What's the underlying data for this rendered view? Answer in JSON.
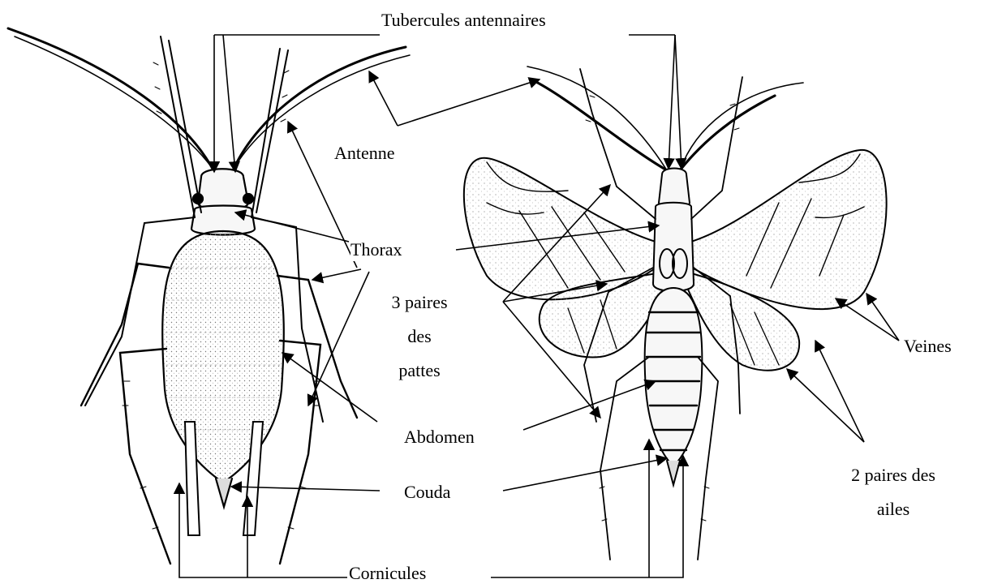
{
  "diagram": {
    "labels": {
      "tubercules": "Tubercules antennaires",
      "antenne": "Antenne",
      "thorax": "Thorax",
      "pattes_l1": "3 paires",
      "pattes_l2": "des",
      "pattes_l3": "pattes",
      "veines": "Veines",
      "abdomen": "Abdomen",
      "couda": "Couda",
      "ailes_l1": "2 paires des",
      "ailes_l2": "ailes",
      "cornicules": "Cornicules"
    },
    "colors": {
      "ink": "#000000",
      "stipple": "#8a8a8a",
      "wing_fill": "#f4f4f4",
      "body_fill": "#f7f7f7"
    }
  }
}
